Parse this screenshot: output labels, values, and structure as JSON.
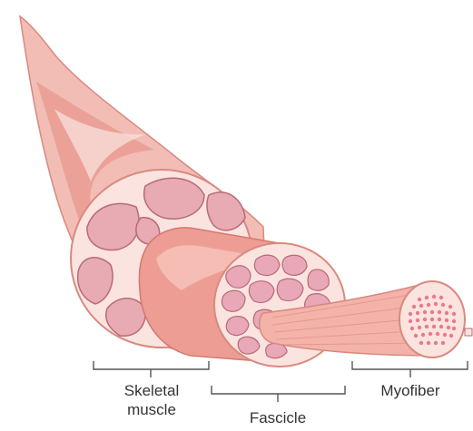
{
  "labels": {
    "skeletal_line1": "Skeletal",
    "skeletal_line2": "muscle",
    "fascicle": "Fascicle",
    "myofiber": "Myofiber"
  },
  "colors": {
    "muscle_outer": "#f2bdb5",
    "muscle_shade": "#e89a90",
    "muscle_light": "#fbe4df",
    "fascicle_cell": "#e8a8b8",
    "fascicle_cell_dark": "#d98aa0",
    "cell_border": "#b86a78",
    "fascicle_body": "#ee9d94",
    "myofiber_body": "#f3b3a8",
    "myofibril_dot": "#e87a90",
    "text": "#333333",
    "bracket": "#555555"
  }
}
